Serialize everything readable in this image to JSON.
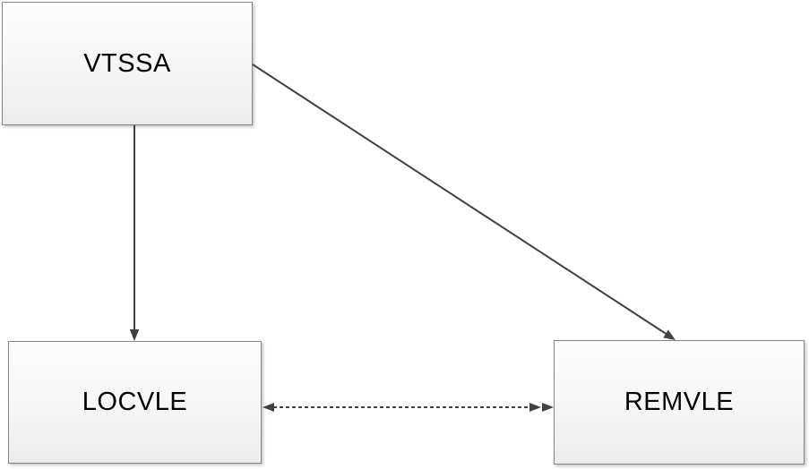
{
  "diagram": {
    "nodes": {
      "vtssa": {
        "label": "VTSSA"
      },
      "locvle": {
        "label": "LOCVLE"
      },
      "remvle": {
        "label": "REMVLE"
      }
    },
    "edges": [
      {
        "from": "VTSSA",
        "to": "LOCVLE",
        "line": "solid",
        "direction": "one-way",
        "arrowheads": "single at LOCVLE top"
      },
      {
        "from": "VTSSA",
        "to": "REMVLE",
        "line": "solid",
        "direction": "one-way",
        "arrowheads": "single at REMVLE top"
      },
      {
        "from": "LOCVLE",
        "to": "REMVLE",
        "line": "dashed",
        "direction": "two-way",
        "arrowheads": "single at LOCVLE side, double at REMVLE side"
      }
    ],
    "colors": {
      "background": "#ffffff",
      "connector": "#404040",
      "node_border": "#848484",
      "node_fill_top": "#fdfdfd",
      "node_fill_bottom": "#ececec",
      "text": "#000000"
    }
  }
}
